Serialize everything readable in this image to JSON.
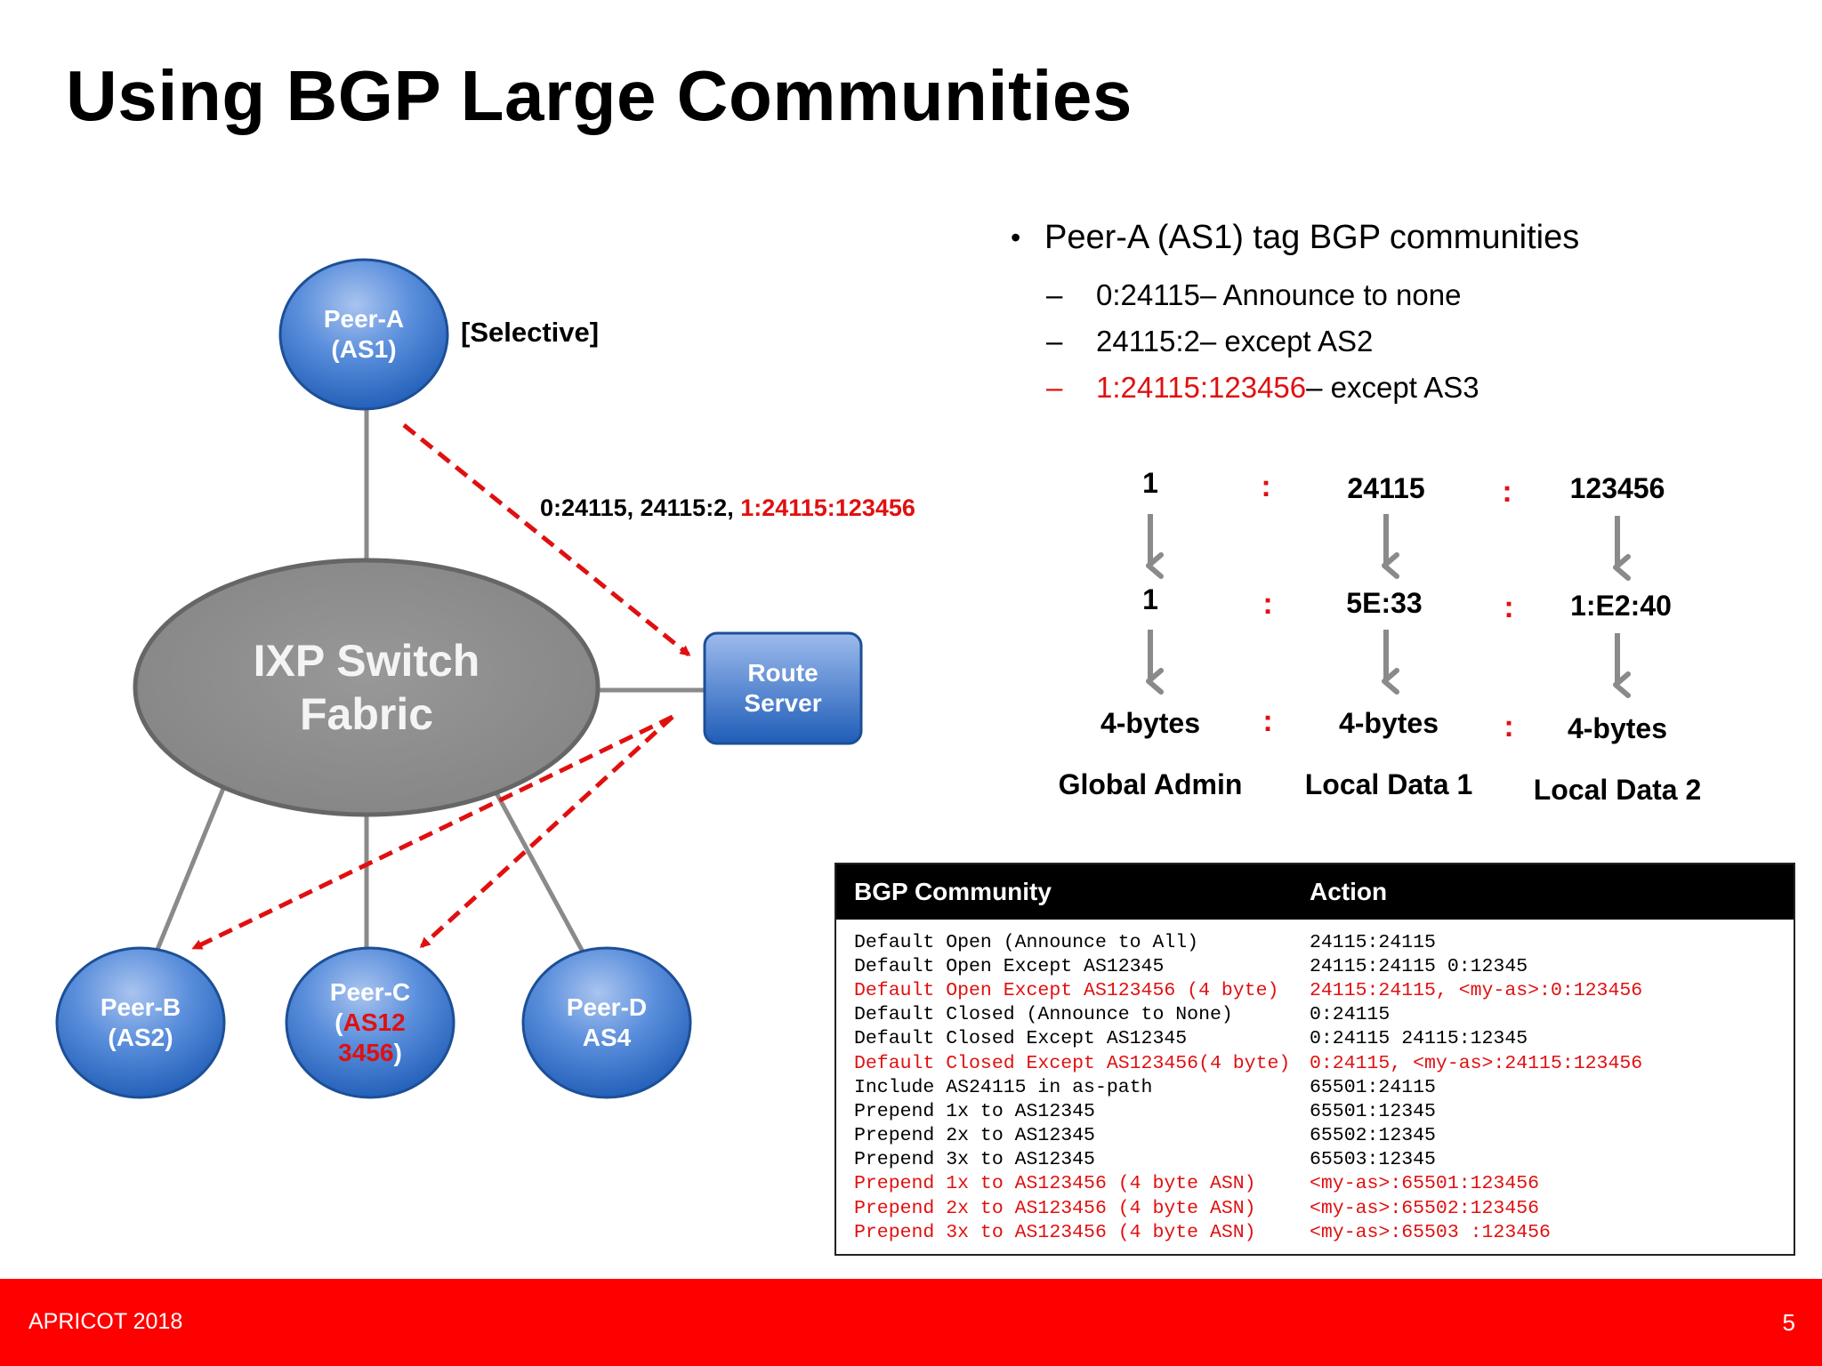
{
  "title": "Using BGP Large Communities",
  "diagram": {
    "fabric": [
      "IXP Switch",
      "Fabric"
    ],
    "peer_a": [
      "Peer-A",
      "(AS1)"
    ],
    "selective": "[Selective]",
    "route_server": [
      "Route",
      "Server"
    ],
    "peer_b": [
      "Peer-B",
      "(AS2)"
    ],
    "peer_c": {
      "line1": "Peer-C",
      "open": "(",
      "asn1": "AS12",
      "asn2": "3456",
      "close": ")"
    },
    "peer_d": [
      "Peer-D",
      "AS4"
    ],
    "flow_label_black": "0:24115, 24115:2, ",
    "flow_label_red": "1:24115:123456"
  },
  "bullets": {
    "main": "Peer-A (AS1) tag BGP communities",
    "items": [
      {
        "dash": "–",
        "code": "0:24115",
        "text": " – Announce to none",
        "highlight": false
      },
      {
        "dash": "–",
        "code": "24115:2",
        "text": " – except AS2",
        "highlight": false
      },
      {
        "dash": "–",
        "code": "1:24115:123456",
        "text": " – except AS3",
        "highlight": true
      }
    ]
  },
  "decode": {
    "columns": [
      {
        "value": "1",
        "hex": "1",
        "size": "4-bytes",
        "name": "Global Admin"
      },
      {
        "value": "24115",
        "hex": "5E:33",
        "size": "4-bytes",
        "name": "Local Data 1"
      },
      {
        "value": "123456",
        "hex": "1:E2:40",
        "size": "4-bytes",
        "name": "Local Data 2"
      }
    ],
    "separator": ":"
  },
  "table": {
    "headers": [
      "BGP Community",
      "Action"
    ],
    "rows": [
      {
        "c1": "Default Open (Announce to All)",
        "c2": "24115:24115",
        "hl": false
      },
      {
        "c1": "Default Open Except AS12345",
        "c2": "24115:24115 0:12345",
        "hl": false
      },
      {
        "c1": "Default Open Except AS123456 (4 byte)",
        "c2": "24115:24115, <my-as>:0:123456",
        "hl": true
      },
      {
        "c1": "Default Closed (Announce to None)",
        "c2": "0:24115",
        "hl": false
      },
      {
        "c1": "Default Closed Except AS12345",
        "c2": "0:24115 24115:12345",
        "hl": false
      },
      {
        "c1": "Default Closed Except AS123456(4 byte)",
        "c2": "0:24115, <my-as>:24115:123456",
        "hl": true
      },
      {
        "c1": "Include AS24115 in as-path",
        "c2": "65501:24115",
        "hl": false
      },
      {
        "c1": "Prepend 1x to AS12345",
        "c2": "65501:12345",
        "hl": false
      },
      {
        "c1": "Prepend 2x to AS12345",
        "c2": "65502:12345",
        "hl": false
      },
      {
        "c1": "Prepend 3x to AS12345",
        "c2": "65503:12345",
        "hl": false
      },
      {
        "c1": "Prepend 1x to AS123456 (4 byte ASN)",
        "c2": "<my-as>:65501:123456",
        "hl": true
      },
      {
        "c1": "Prepend 2x to AS123456 (4 byte ASN)",
        "c2": "<my-as>:65502:123456",
        "hl": true
      },
      {
        "c1": "Prepend 3x to AS123456 (4 byte ASN)",
        "c2": "<my-as>:65503 :123456",
        "hl": true
      }
    ]
  },
  "footer": {
    "conference": "APRICOT 2018",
    "page": "5"
  },
  "colors": {
    "accent_red": "#e01010",
    "footer_red": "#ff0000",
    "node_blue": "#3f78cc",
    "fabric_gray": "#8c8c8c"
  }
}
